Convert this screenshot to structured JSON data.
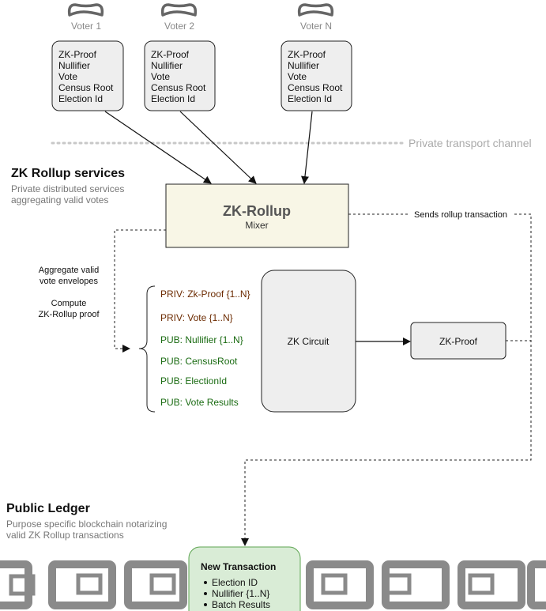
{
  "voters": [
    {
      "label": "Voter 1",
      "fields": [
        "ZK-Proof",
        "Nullifier",
        "Vote",
        "Census Root",
        "Election Id"
      ]
    },
    {
      "label": "Voter 2",
      "fields": [
        "ZK-Proof",
        "Nullifier",
        "Vote",
        "Census Root",
        "Election Id"
      ]
    },
    {
      "label": "Voter N",
      "fields": [
        "ZK-Proof",
        "Nullifier",
        "Vote",
        "Census Root",
        "Election Id"
      ]
    }
  ],
  "transport": {
    "label": "Private transport channel"
  },
  "rollup_services": {
    "title": "ZK Rollup services",
    "subtitle_line1": "Private distributed services",
    "subtitle_line2": "aggregating valid votes"
  },
  "rollup": {
    "title": "ZK-Rollup",
    "subtitle": "Mixer"
  },
  "sends_label": "Sends rollup transaction",
  "left_notes": {
    "aggregate_line1": "Aggregate valid",
    "aggregate_line2": "vote envelopes",
    "compute_line1": "Compute",
    "compute_line2": "ZK-Rollup proof"
  },
  "inputs": [
    {
      "text": "PRIV: Zk-Proof {1..N}",
      "kind": "private"
    },
    {
      "text": "PRIV: Vote {1..N}",
      "kind": "private"
    },
    {
      "text": "PUB: Nullifier {1..N}",
      "kind": "public"
    },
    {
      "text": "PUB: CensusRoot",
      "kind": "public"
    },
    {
      "text": "PUB: ElectionId",
      "kind": "public"
    },
    {
      "text": "PUB: Vote Results",
      "kind": "public"
    }
  ],
  "circuit": {
    "label": "ZK Circuit"
  },
  "proof": {
    "label": "ZK-Proof"
  },
  "ledger": {
    "title": "Public Ledger",
    "subtitle_line1": "Purpose specific blockchain notarizing",
    "subtitle_line2": "valid ZK Rollup transactions"
  },
  "transaction": {
    "title": "New Transaction",
    "items": [
      "Election ID",
      "Nullifier {1..N}",
      "Batch Results"
    ]
  },
  "colors": {
    "private": "#6b2a00",
    "public": "#1a6b12",
    "rollup_fill": "#f8f6e6",
    "box_fill": "#eeeeee",
    "tx_fill": "#d9ecd6",
    "grey_text": "#888888"
  }
}
